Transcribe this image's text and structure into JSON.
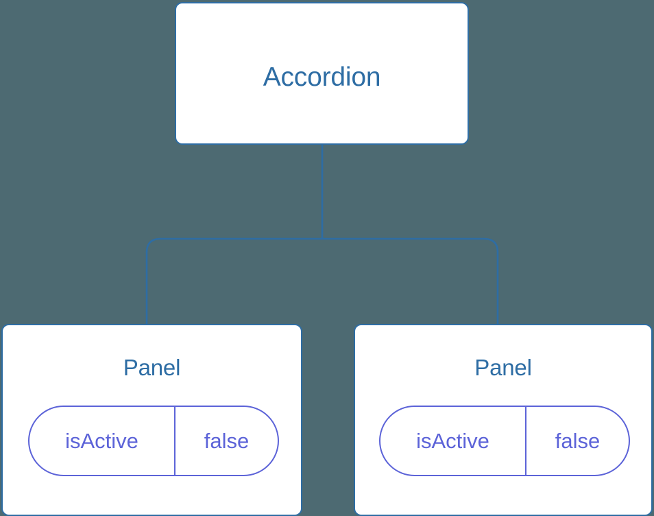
{
  "diagram": {
    "type": "component-tree",
    "background_color": "#4d6a72",
    "node_border_color": "#2e6da4",
    "node_fill_color": "#ffffff",
    "node_text_color": "#2e6da4",
    "prop_color": "#5c63d8",
    "edge_color": "#2e6da4"
  },
  "root": {
    "label": "Accordion"
  },
  "children": [
    {
      "label": "Panel",
      "props": [
        {
          "key": "isActive",
          "value": "false"
        }
      ]
    },
    {
      "label": "Panel",
      "props": [
        {
          "key": "isActive",
          "value": "false"
        }
      ]
    }
  ],
  "edges": [
    {
      "from": "Accordion",
      "to": "Panel (left)"
    },
    {
      "from": "Accordion",
      "to": "Panel (right)"
    }
  ]
}
